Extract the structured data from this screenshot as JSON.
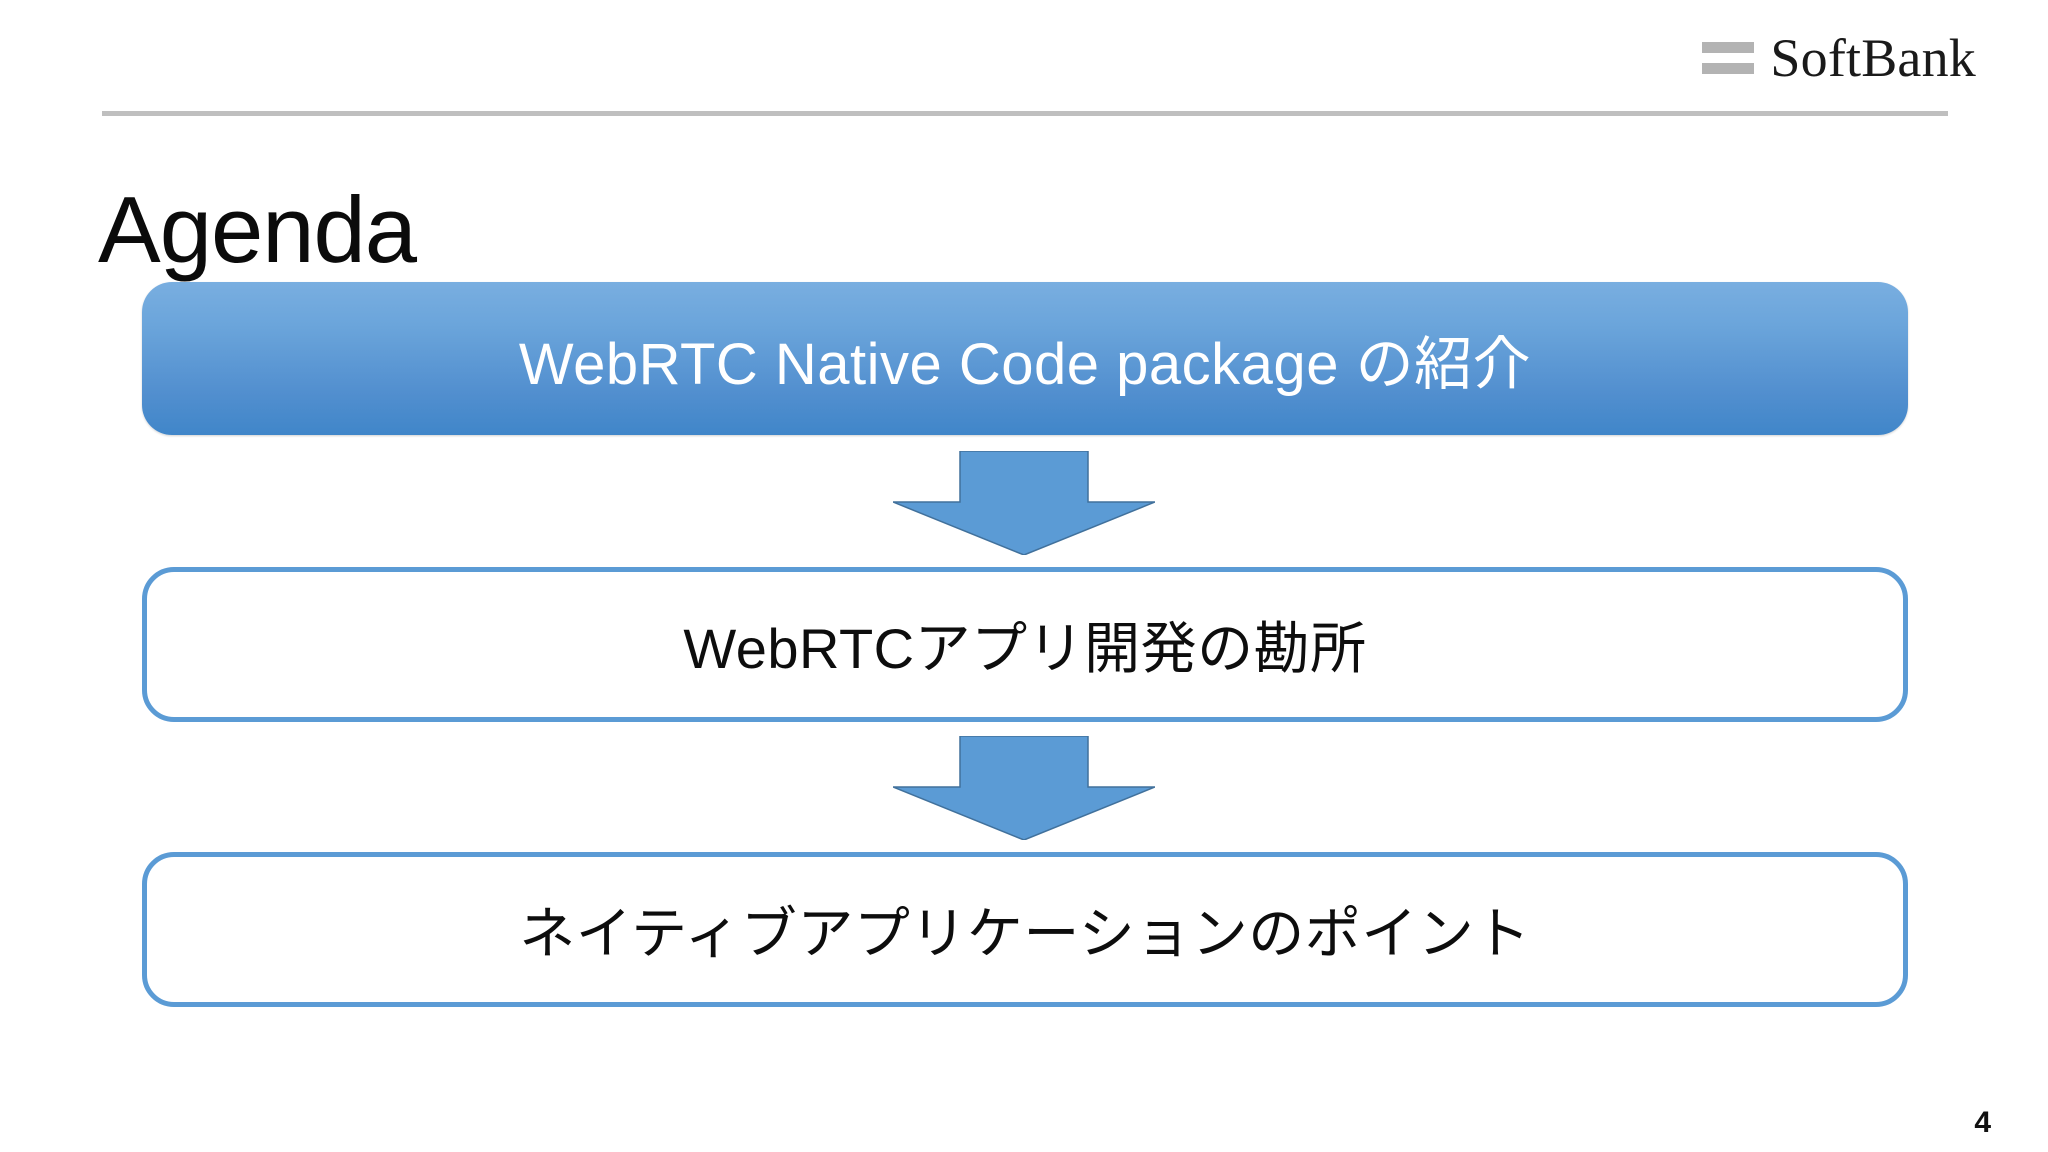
{
  "brand": {
    "mark_icon": "softbank-equals-icon",
    "name": "SoftBank",
    "mark_color": "#b3b3b3"
  },
  "header": {
    "title": "Agenda",
    "rule_color": "#bfbfbf"
  },
  "flow": {
    "items": [
      {
        "id": "webrtc-native-code-package",
        "label": "WebRTC Native Code package の紹介",
        "style": "filled",
        "fill_top_color": "#79aee0",
        "fill_bottom_color": "#4086c9",
        "text_color": "#ffffff"
      },
      {
        "id": "webrtc-app-development",
        "label": "WebRTCアプリ開発の勘所",
        "style": "outline",
        "border_color": "#5b9bd5",
        "text_color": "#0d0d0d"
      },
      {
        "id": "native-application-points",
        "label": "ネイティブアプリケーションのポイント",
        "style": "outline",
        "border_color": "#5b9bd5",
        "text_color": "#0d0d0d"
      }
    ],
    "connectors": [
      {
        "id": "connector-1",
        "icon": "arrow-down-icon",
        "color": "#5b9bd5"
      },
      {
        "id": "connector-2",
        "icon": "arrow-down-icon",
        "color": "#5b9bd5"
      }
    ]
  },
  "footer": {
    "page_number": "4"
  }
}
